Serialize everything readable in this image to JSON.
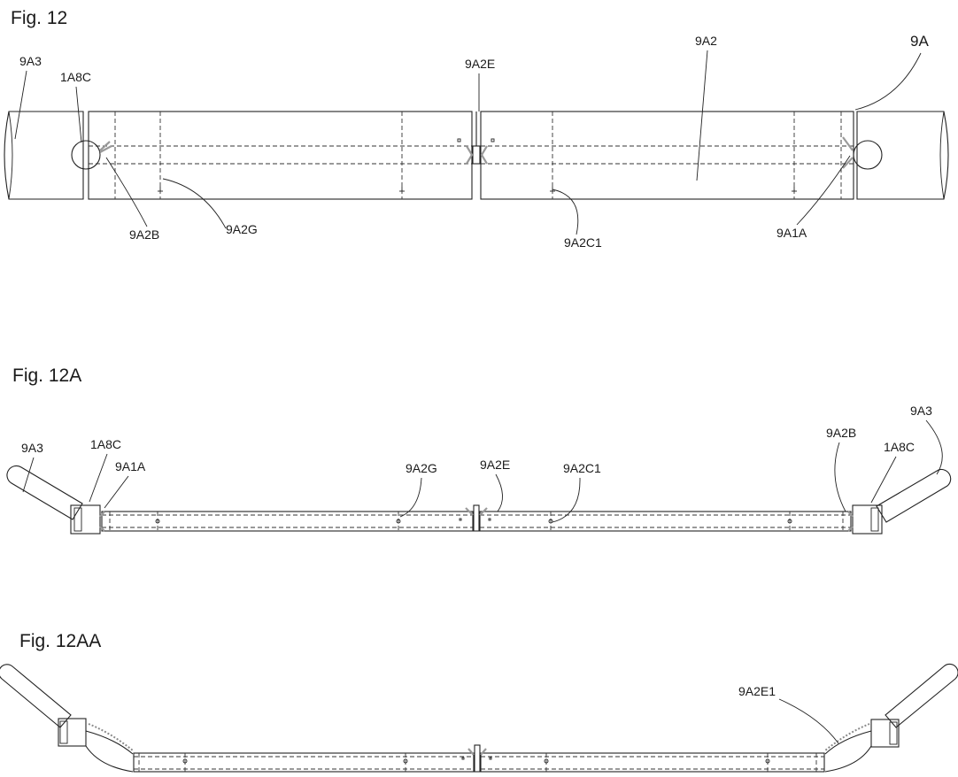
{
  "figures": [
    {
      "title": "Fig. 12",
      "labels": {
        "part_9a3": "9A3",
        "part_1a8c": "1A8C",
        "part_9a2e": "9A2E",
        "part_9a2": "9A2",
        "part_9a": "9A",
        "part_9a2b": "9A2B",
        "part_9a2g": "9A2G",
        "part_9a2c1": "9A2C1",
        "part_9a1a": "9A1A"
      }
    },
    {
      "title": "Fig. 12A",
      "labels": {
        "part_9a3_left": "9A3",
        "part_1a8c_left": "1A8C",
        "part_9a1a": "9A1A",
        "part_9a2g": "9A2G",
        "part_9a2e": "9A2E",
        "part_9a2c1": "9A2C1",
        "part_9a2b": "9A2B",
        "part_1a8c_right": "1A8C",
        "part_9a3_right": "9A3"
      }
    },
    {
      "title": "Fig. 12AA",
      "labels": {
        "part_9a2e1": "9A2E1"
      }
    }
  ]
}
